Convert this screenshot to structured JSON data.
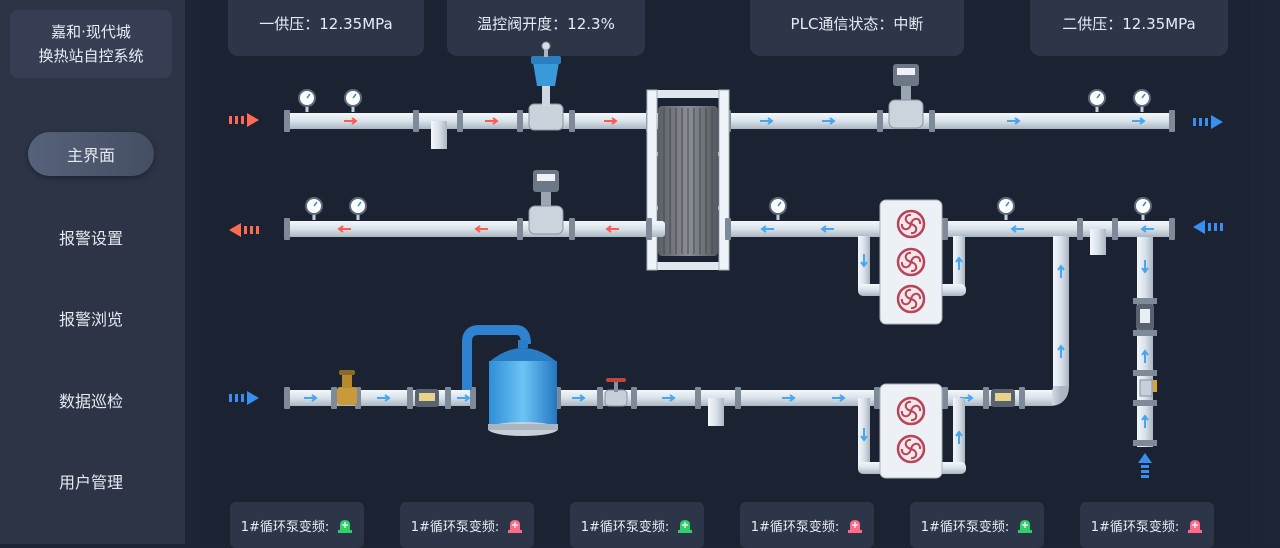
{
  "sidebar": {
    "brand_line1": "嘉和·现代城",
    "brand_line2": "换热站自控系统",
    "items": [
      {
        "label": "主界面"
      },
      {
        "label": "报警设置"
      },
      {
        "label": "报警浏览"
      },
      {
        "label": "数据巡检"
      },
      {
        "label": "用户管理"
      }
    ]
  },
  "header": {
    "supply1": "一供压：12.35MPa",
    "valve": "温控阀开度：12.3%",
    "plc": "PLC通信状态：中断",
    "supply2": "二供压：12.35MPa"
  },
  "pumps": [
    {
      "label": "1#循环泵变频:",
      "status_color": "#2fd06a"
    },
    {
      "label": "1#循环泵变频:",
      "status_color": "#ff6b86"
    },
    {
      "label": "1#循环泵变频:",
      "status_color": "#2fd06a"
    },
    {
      "label": "1#循环泵变频:",
      "status_color": "#ff6b86"
    },
    {
      "label": "1#循环泵变频:",
      "status_color": "#2fd06a"
    },
    {
      "label": "1#循环泵变频:",
      "status_color": "#ff6b86"
    }
  ],
  "colors": {
    "hot_flow": "#ff5a4f",
    "cold_flow": "#3a8ef0",
    "pipe": "#d9e2ea"
  }
}
